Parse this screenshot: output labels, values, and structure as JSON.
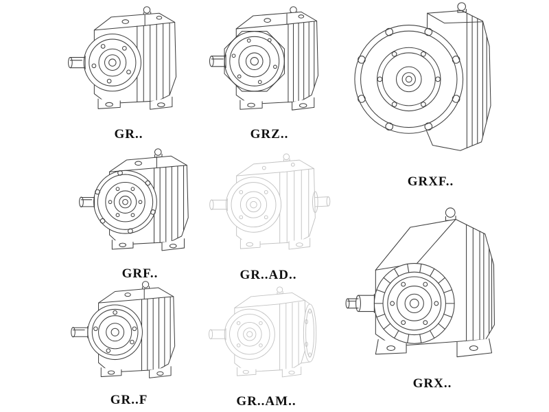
{
  "colors": {
    "line": "#3f3f3f",
    "phantom": "#c2c2c2",
    "label": "#101010"
  },
  "items": [
    {
      "id": "gr",
      "label": "GR.."
    },
    {
      "id": "grz",
      "label": "GRZ.."
    },
    {
      "id": "grxf",
      "label": "GRXF.."
    },
    {
      "id": "grf",
      "label": "GRF.."
    },
    {
      "id": "gr-ad",
      "label": "GR..AD.."
    },
    {
      "id": "gr-f",
      "label": "GR..F"
    },
    {
      "id": "gr-am",
      "label": "GR..AM.."
    },
    {
      "id": "grx",
      "label": "GRX.."
    }
  ]
}
